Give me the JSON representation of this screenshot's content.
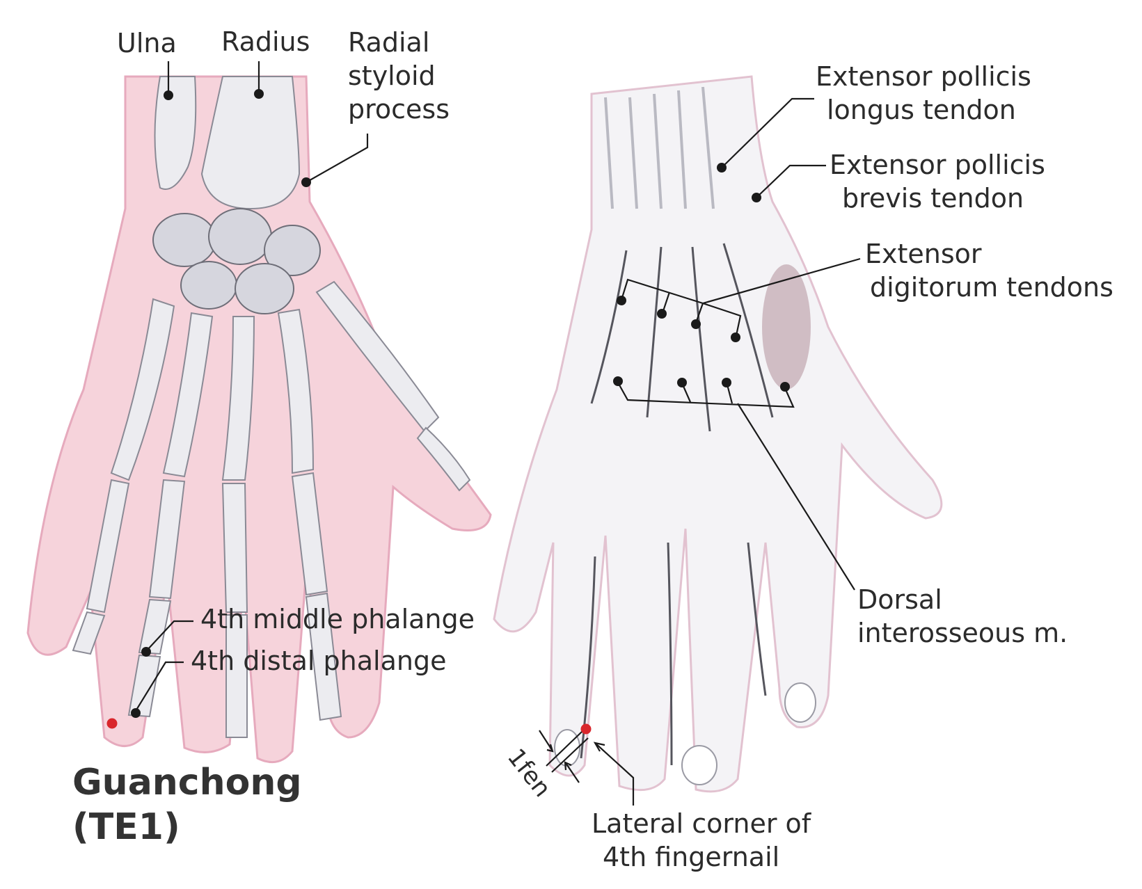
{
  "title": {
    "line1": "Guanchong",
    "line2": "(TE1)"
  },
  "left_hand": {
    "labels": {
      "ulna": "Ulna",
      "radius": "Radius",
      "radial_styloid_1": "Radial",
      "radial_styloid_2": "styloid",
      "radial_styloid_3": "process",
      "middle_phalange": "4th  middle phalange",
      "distal_phalange": "4th  distal phalange"
    }
  },
  "right_hand": {
    "labels": {
      "epl_1": "Extensor pollicis",
      "epl_2": "longus tendon",
      "epb_1": "Extensor pollicis",
      "epb_2": "brevis tendon",
      "ed_1": "Extensor",
      "ed_2": "digitorum tendons",
      "dorsal_1": "Dorsal",
      "dorsal_2": "interosseous m.",
      "fen": "1fen",
      "corner_1": "Lateral corner of",
      "corner_2": "4th fingernail"
    }
  },
  "colors": {
    "acupoint": "#d9262c",
    "skin_left": "#f6d3db",
    "label_text": "#2b2b2b"
  }
}
